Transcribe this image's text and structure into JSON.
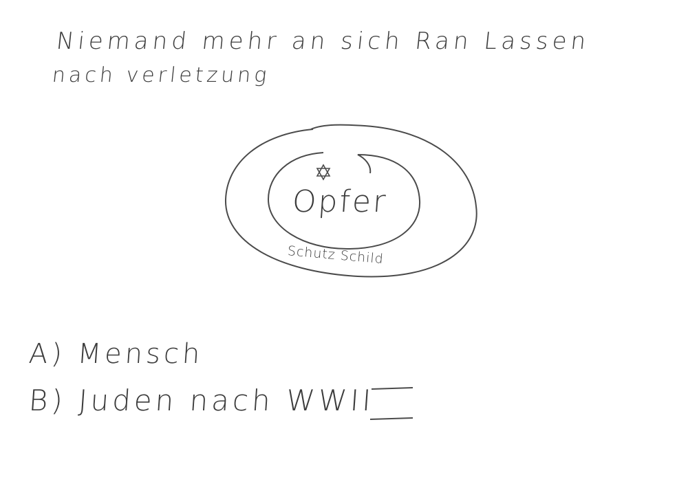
{
  "notes": {
    "line1": "Niemand mehr an sich Ran Lassen",
    "line2": "nach verletzung"
  },
  "diagram": {
    "inner_label": "Opfer",
    "outer_label": "Schutz Schild",
    "symbol": "star-of-david-icon",
    "ink_color": "#3c3c3c"
  },
  "list": {
    "a": "A) Mensch",
    "b": "B) Juden nach WWII"
  }
}
